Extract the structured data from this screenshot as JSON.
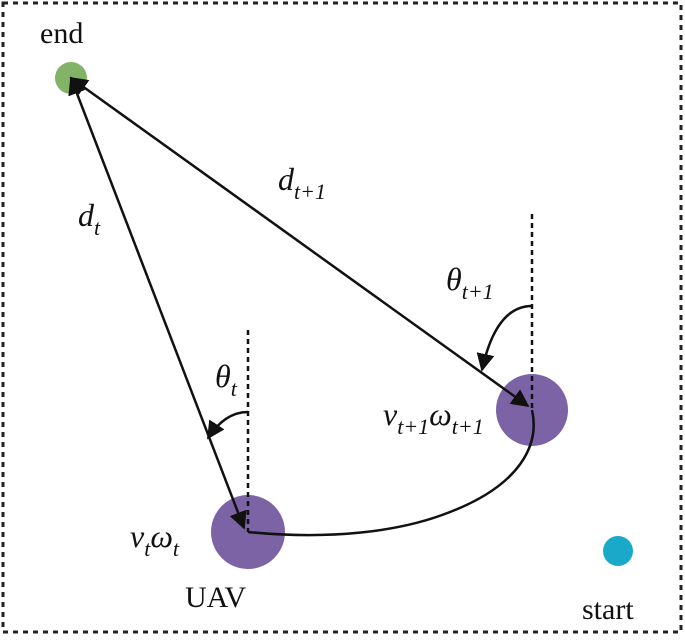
{
  "labels": {
    "end": "end",
    "start": "start",
    "uav": "UAV",
    "d_t": {
      "base": "d",
      "sub": "t"
    },
    "d_t1": {
      "base": "d",
      "sub": "t+1"
    },
    "theta_t": {
      "base": "θ",
      "sub": "t"
    },
    "theta_t1": {
      "base": "θ",
      "sub": "t+1"
    },
    "v_t": {
      "base": "v",
      "sub": "t"
    },
    "omega_t": {
      "base": "ω",
      "sub": "t"
    },
    "v_t1": {
      "base": "v",
      "sub": "t+1"
    },
    "omega_t1": {
      "base": "ω",
      "sub": "t+1"
    }
  },
  "colors": {
    "end_point": "#82b366",
    "start_point": "#1aa9c9",
    "uav": "#7b63a6",
    "line": "#111111",
    "border": "#222222"
  }
}
